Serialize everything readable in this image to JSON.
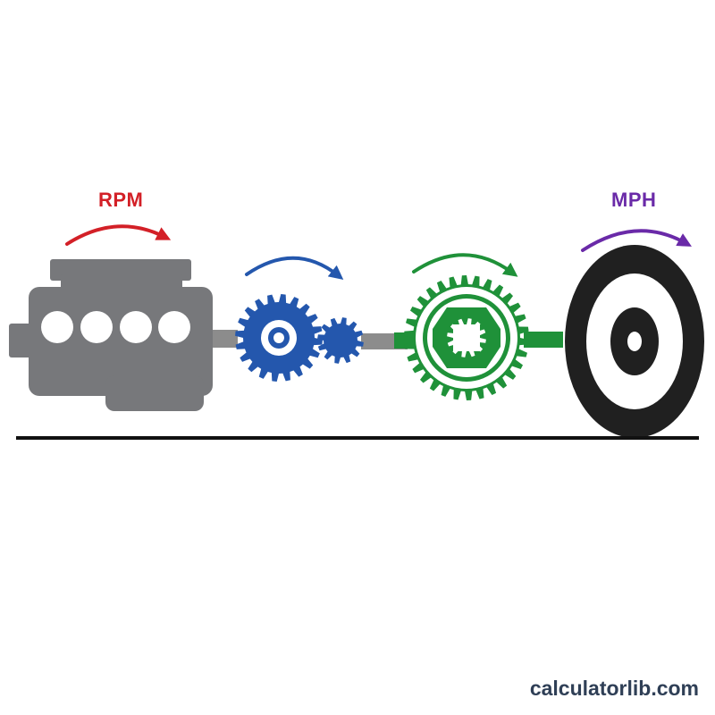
{
  "labels": {
    "input_speed": "RPM",
    "output_speed": "MPH"
  },
  "watermark": "calculatorlib.com",
  "colors": {
    "background": "#ffffff",
    "engine": "#77787b",
    "engine_cylinder_holes": "#ffffff",
    "transmission_gears": "#2457ad",
    "differential": "#1f9139",
    "wheel": "#202020",
    "shaft": "#8c8c8c",
    "ground_line": "#111111",
    "rpm_arrow": "#d32027",
    "transmission_arrow": "#2457ad",
    "differential_arrow": "#1f9139",
    "mph_arrow": "#6a2aa8",
    "watermark_text": "#2f3f56"
  },
  "components": [
    {
      "name": "engine",
      "icon": "engine-icon"
    },
    {
      "name": "transmission",
      "icon": "gear-pair-icon"
    },
    {
      "name": "differential",
      "icon": "ring-gear-icon"
    },
    {
      "name": "wheel",
      "icon": "tire-icon"
    }
  ]
}
